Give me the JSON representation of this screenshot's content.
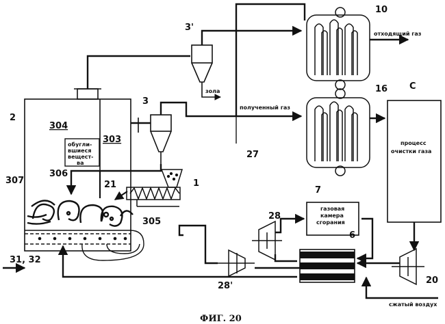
{
  "figure": {
    "caption": "ФИГ. 20",
    "refs": {
      "r2": "2",
      "r304": "304",
      "r303": "303",
      "r3": "3",
      "r3p": "3'",
      "r10": "10",
      "r16": "16",
      "rC": "C",
      "r27": "27",
      "r1": "1",
      "r21": "21",
      "r306": "306",
      "r307": "307",
      "r305": "305",
      "r3132": "31, 32",
      "r7": "7",
      "r28": "28",
      "r28p": "28'",
      "r6": "6",
      "r20": "20"
    },
    "labels": {
      "exhaust_gas": "отходящий газ",
      "ash": "зола",
      "obtained_gas": "полученный газ",
      "charred_1": "обугли-",
      "charred_2": "вшиеся",
      "charred_3": "вещест-",
      "charred_4": "ва",
      "cleaning_1": "процесс",
      "cleaning_2": "очистки газа",
      "combustion_1": "газовая",
      "combustion_2": "камера",
      "combustion_3": "сгорания",
      "compressed_air": "сжатый воздух"
    }
  }
}
